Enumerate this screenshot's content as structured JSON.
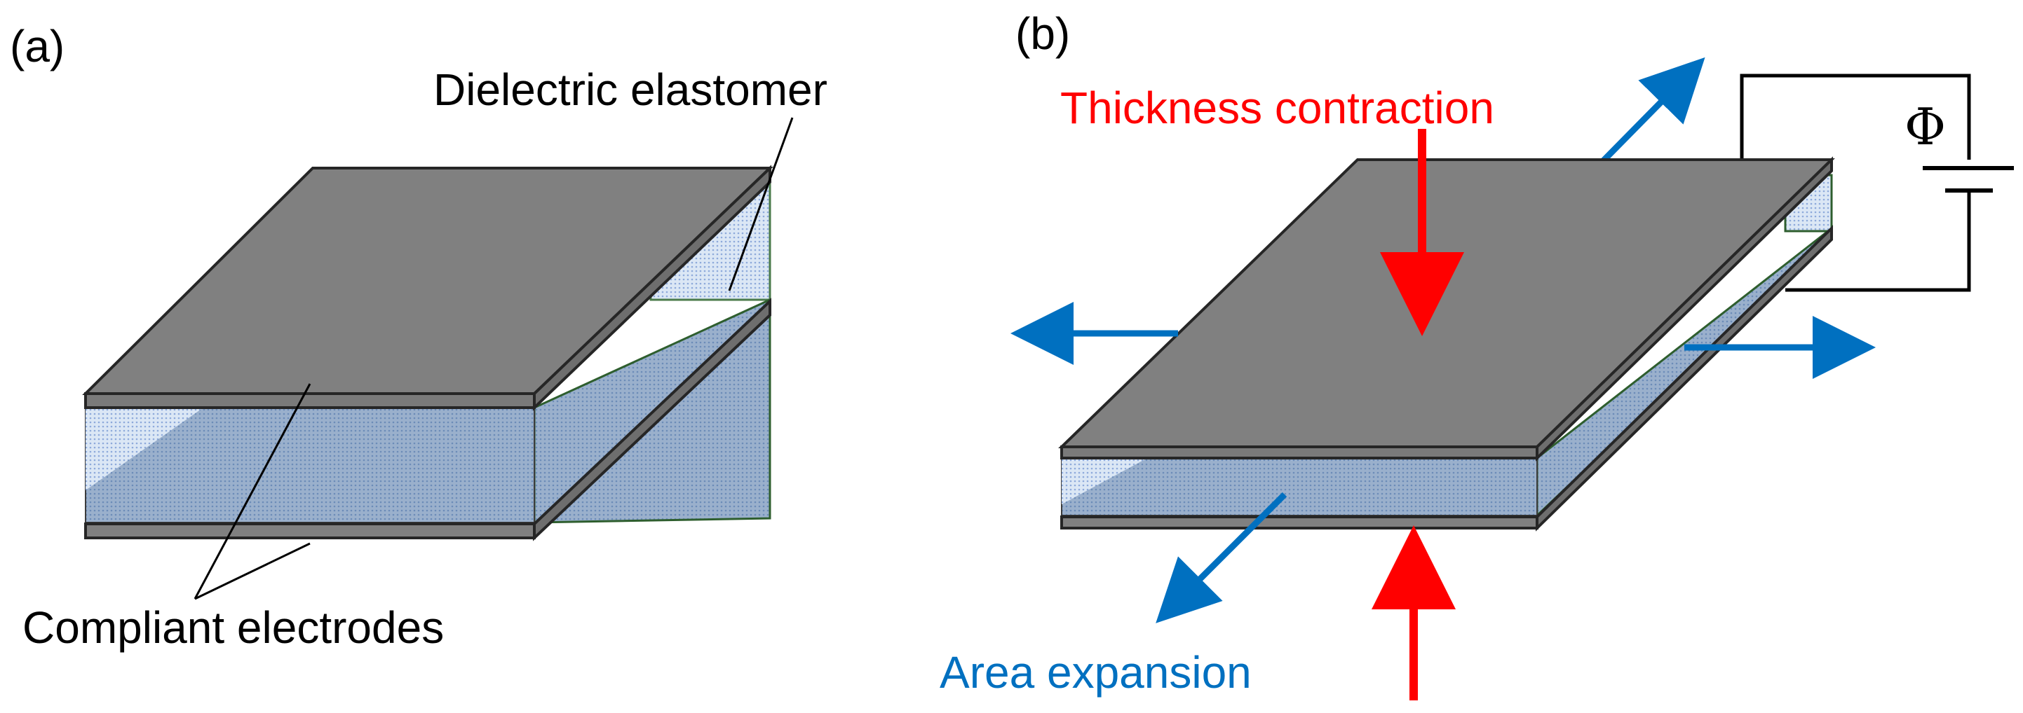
{
  "panel_a": {
    "tag": "(a)",
    "label_dielectric": "Dielectric elastomer",
    "label_electrodes": "Compliant electrodes"
  },
  "panel_b": {
    "tag": "(b)",
    "label_thickness": "Thickness contraction",
    "label_area": "Area expansion",
    "label_voltage": "Φ"
  },
  "colors": {
    "electrode": "#808080",
    "electrode_edge": "#595959",
    "dielectric": "#c5d9f1",
    "dielectric_dark": "#8eaadb",
    "thickness_arrow": "#ff0000",
    "area_arrow": "#0070c0",
    "text": "#000000",
    "thickness_text": "#ff0000",
    "area_text": "#0070c0"
  }
}
